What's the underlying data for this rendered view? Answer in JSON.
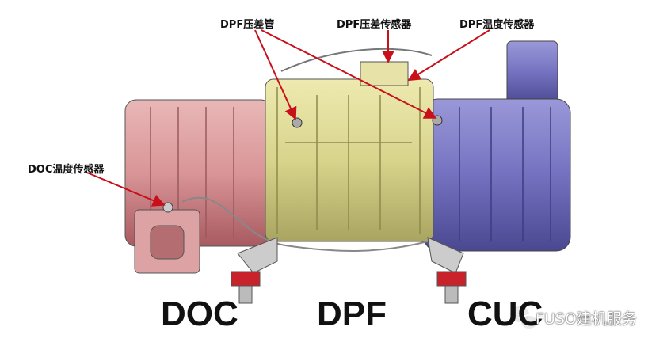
{
  "callouts": {
    "dpf_pressure_pipe": "DPF压差管",
    "dpf_pressure_sensor": "DPF压差传感器",
    "dpf_temp_sensor": "DPF温度传感器",
    "doc_temp_sensor": "DOC温度传感器"
  },
  "sections": {
    "doc": "DOC",
    "dpf": "DPF",
    "cuc": "CUC"
  },
  "watermark": "FUSO建机服务",
  "colors": {
    "doc": "#d98a8c",
    "dpf": "#d9d58a",
    "cuc": "#7a78c4",
    "arrow": "#c8101a"
  }
}
